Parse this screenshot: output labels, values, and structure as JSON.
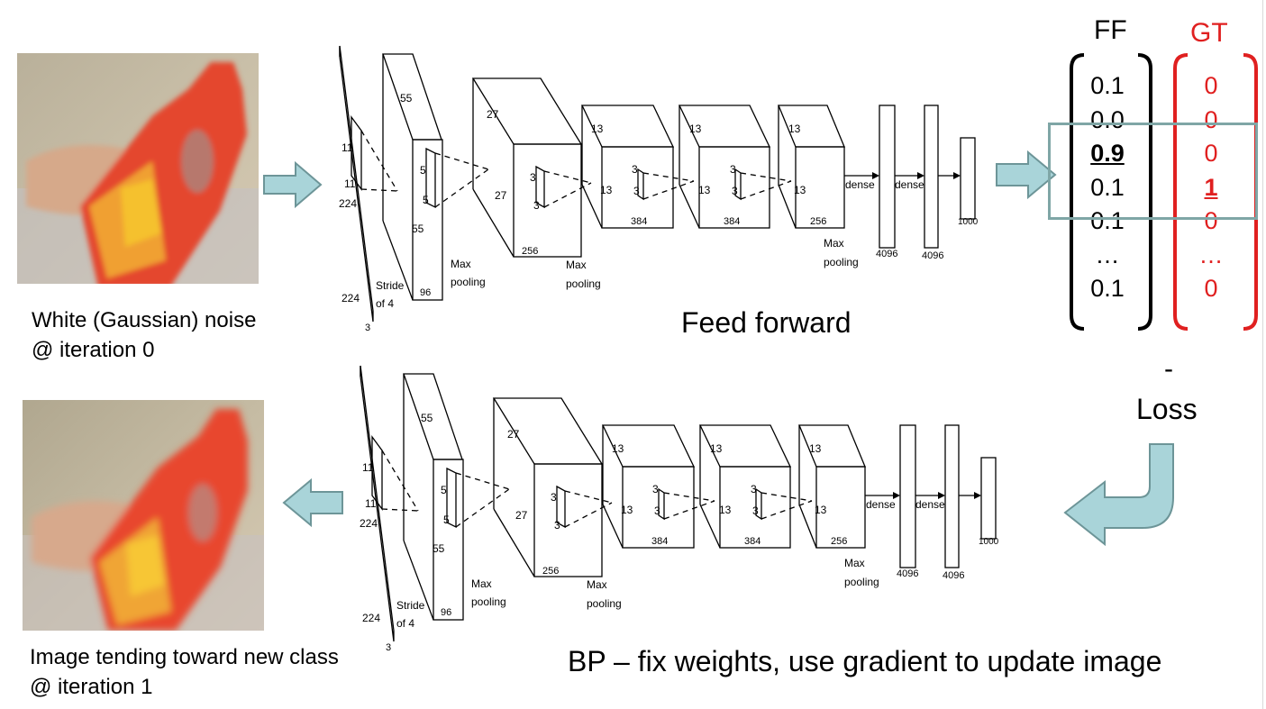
{
  "colors": {
    "arrow_fill": "#a9d4d9",
    "arrow_stroke": "#6d9598",
    "bracket_red": "#e02020",
    "highlight_box": "#7fa6a6"
  },
  "top": {
    "image_icon": "bottle-photo",
    "caption_line1": "White (Gaussian) noise",
    "caption_line2": "@ iteration 0",
    "title": "Feed forward"
  },
  "bottom": {
    "image_icon": "bottle-photo",
    "caption_line1": "Image tending toward new class",
    "caption_line2": "@ iteration 1",
    "title": "BP – fix weights, use gradient to update image"
  },
  "network": {
    "input_size": "224",
    "input_channels": "3",
    "filter_11": "11",
    "filter_5": "5",
    "filter_3": "3",
    "conv1_size": "55",
    "conv1_depth": "96",
    "stride_line1": "Stride",
    "stride_line2": "of 4",
    "conv2_size": "27",
    "conv2_depth": "256",
    "conv_size_13": "13",
    "conv3_depth": "384",
    "conv4_depth": "384",
    "conv5_depth": "256",
    "maxpool_line1": "Max",
    "maxpool_line2": "pooling",
    "dense_label": "dense",
    "fc_size": "4096",
    "output_size": "1000"
  },
  "ff_vector": {
    "header": "FF",
    "values": [
      "0.1",
      "0.0",
      "0.9",
      "0.1",
      "0.1",
      "…",
      "0.1"
    ],
    "highlight_index": 2
  },
  "gt_vector": {
    "header": "GT",
    "values": [
      "0",
      "0",
      "0",
      "1",
      "0",
      "…",
      "0"
    ],
    "highlight_index": 3
  },
  "loss": {
    "minus": "-",
    "label": "Loss"
  }
}
